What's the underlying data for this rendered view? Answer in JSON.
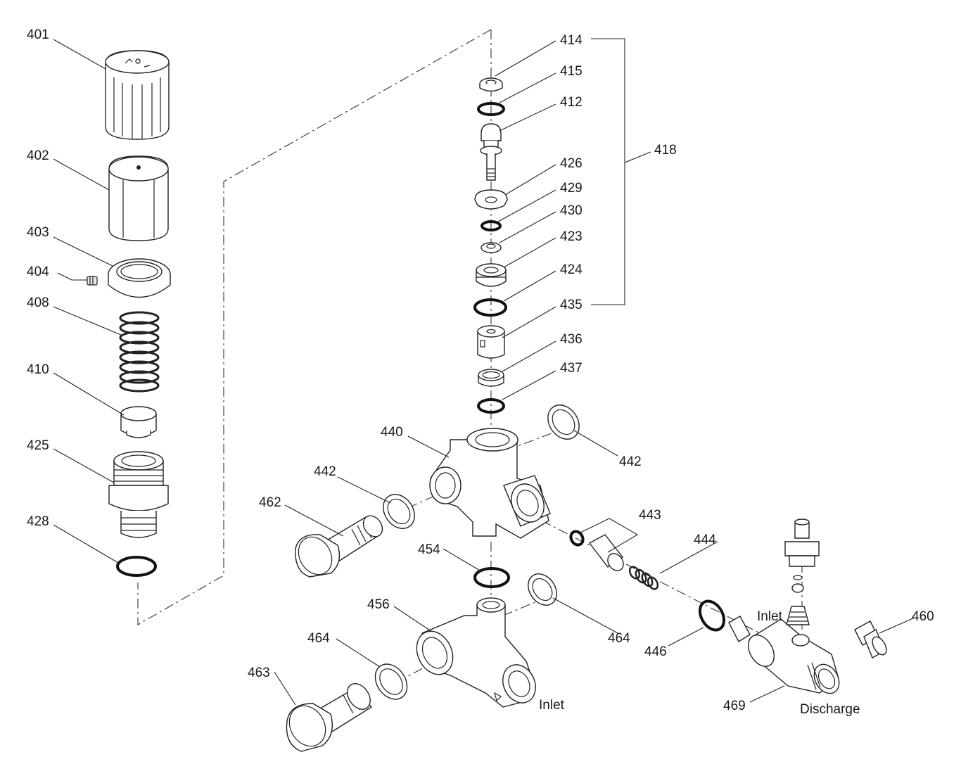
{
  "parts": {
    "p401": "401",
    "p402": "402",
    "p403": "403",
    "p404": "404",
    "p408": "408",
    "p410": "410",
    "p425": "425",
    "p428": "428",
    "p414": "414",
    "p415": "415",
    "p412": "412",
    "p426": "426",
    "p429": "429",
    "p430": "430",
    "p423": "423",
    "p424": "424",
    "p435": "435",
    "p436": "436",
    "p437": "437",
    "p418": "418",
    "p440": "440",
    "p442a": "442",
    "p442b": "442",
    "p462": "462",
    "p443": "443",
    "p444": "444",
    "p454": "454",
    "p456": "456",
    "p464a": "464",
    "p464b": "464",
    "p463": "463",
    "p446": "446",
    "p460": "460",
    "p469": "469"
  },
  "annotations": {
    "inlet_lower": "Inlet",
    "inlet_right": "Inlet",
    "discharge": "Discharge"
  }
}
